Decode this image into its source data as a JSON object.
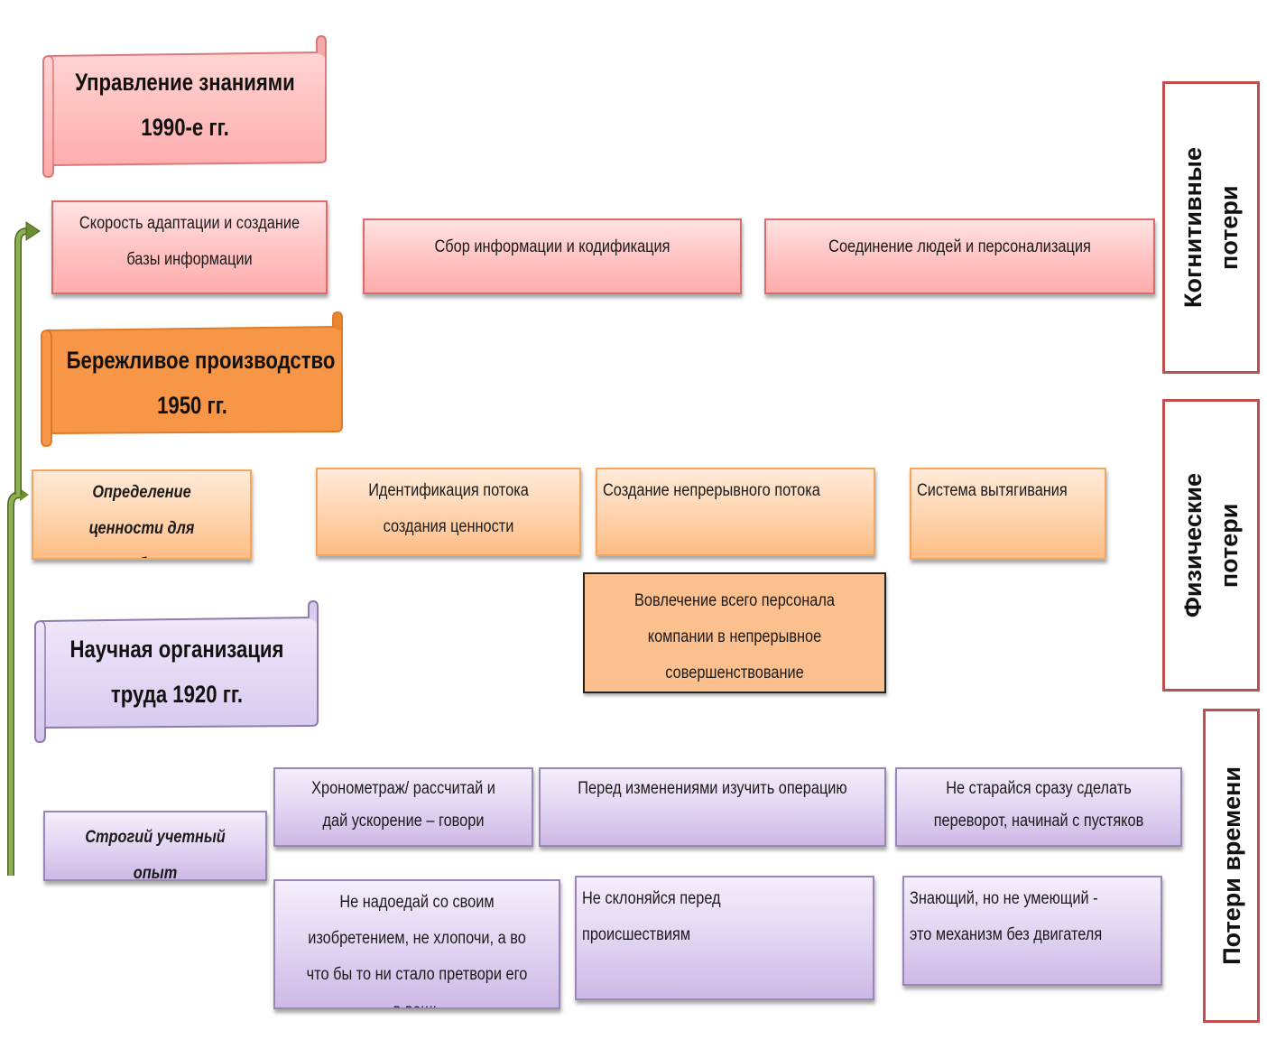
{
  "eras": [
    {
      "id": "knowledge-management",
      "title_line1": "Управление знаниями",
      "title_line2": "1990-е гг.",
      "color": "#ffb9b9",
      "items": [
        "Скорость адаптации и создание базы информации",
        "Сбор информации и кодификация",
        "Соединение людей и персонализация"
      ]
    },
    {
      "id": "lean-production",
      "title_line1": "Бережливое производство",
      "title_line2": "1950 гг.",
      "color": "#f79646",
      "items": [
        "Определение ценности для потребителя",
        "Идентификация потока создания ценности",
        "Создание непрерывного потока",
        "Система вытягивания",
        "Вовлечение всего персонала компании в непрерывное совершенствование"
      ]
    },
    {
      "id": "scientific-management",
      "title_line1": "Научная организация",
      "title_line2": "труда 1920 гг.",
      "color": "#ddd0f0",
      "items": [
        "Строгий учетный опыт",
        "Хронометраж/ рассчитай и дай ускорение – говори фактами",
        "Перед изменениями изучить операцию",
        "Не старайся сразу сделать переворот, начинай с пустяков",
        "Не надоедай со своим изобретением, не хлопочи, а во что бы то ни стало претвори его в вещь",
        "Не склоняйся перед происшествиям",
        "Знающий, но не умеющий - это механизм без двигателя"
      ]
    }
  ],
  "loss_categories": [
    {
      "label": "Когнитивные\nпотери",
      "border_color": "#c0504d"
    },
    {
      "label": "Физические\nпотери",
      "border_color": "#c0504d"
    },
    {
      "label": "Потери времени",
      "border_color": "#c0504d"
    }
  ],
  "connector_color": "#77933c"
}
